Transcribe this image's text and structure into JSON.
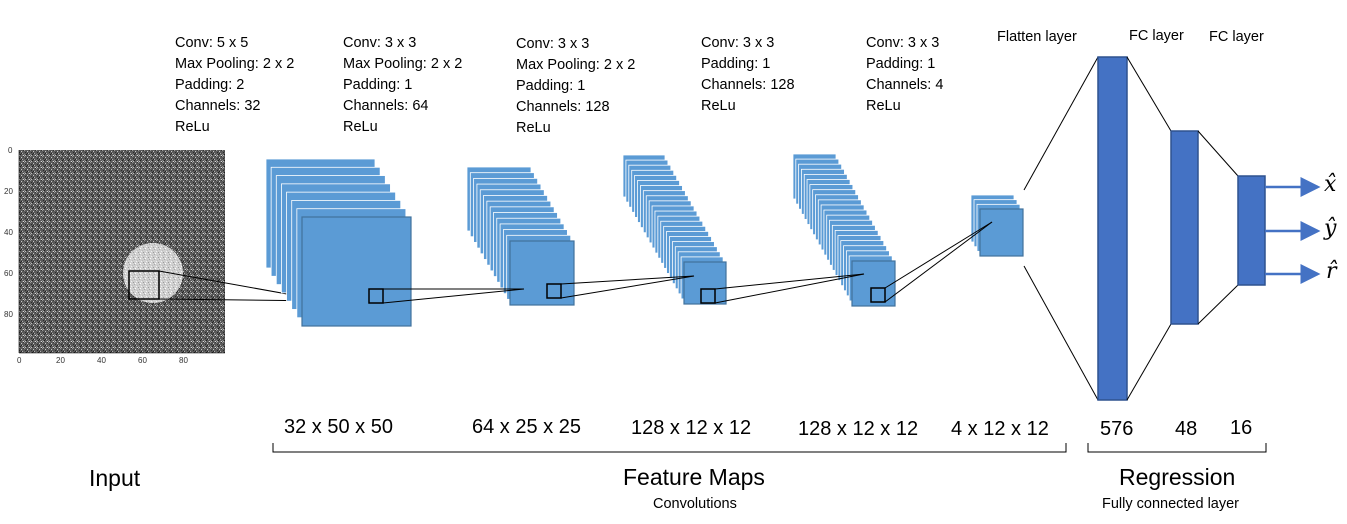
{
  "configs": [
    {
      "lines": [
        "Conv: 5 x 5",
        "Max Pooling: 2 x 2",
        "Padding: 2",
        "Channels: 32",
        "ReLu"
      ]
    },
    {
      "lines": [
        "Conv: 3 x 3",
        "Max Pooling: 2 x 2",
        "Padding: 1",
        "Channels: 64",
        "ReLu"
      ]
    },
    {
      "lines": [
        "Conv: 3 x 3",
        "Max Pooling: 2 x 2",
        "Padding: 1",
        "Channels: 128",
        "ReLu"
      ]
    },
    {
      "lines": [
        "Conv: 3 x 3",
        "Padding: 1",
        "Channels: 128",
        "ReLu"
      ]
    },
    {
      "lines": [
        "Conv: 3 x 3",
        "Padding: 1",
        "Channels: 4",
        "ReLu"
      ]
    }
  ],
  "layer_heads": {
    "flatten": "Flatten layer",
    "fc1": "FC layer",
    "fc2": "FC layer"
  },
  "dims": {
    "d1": "32 x 50 x 50",
    "d2": "64 x 25 x 25",
    "d3": "128 x 12 x 12",
    "d4": "128 x 12 x 12",
    "d5": "4 x 12 x 12",
    "n1": "576",
    "n2": "48",
    "n3": "16"
  },
  "sections": {
    "input": "Input",
    "feature_maps": "Feature Maps",
    "feature_maps_sub": "Convolutions",
    "regression": "Regression",
    "regression_sub": "Fully connected layer"
  },
  "outputs": {
    "x": "x̂",
    "y": "ŷ",
    "r": "r̂"
  },
  "input_axis": {
    "x_ticks": [
      "0",
      "20",
      "40",
      "60",
      "80"
    ],
    "y_ticks": [
      "0",
      "20",
      "40",
      "60",
      "80"
    ]
  },
  "colors": {
    "map_fill": "#5b9bd5",
    "map_edge": "#41719c",
    "fc_fill": "#4472c4",
    "fc_edge": "#2f528f",
    "arrow": "#4472c4"
  }
}
